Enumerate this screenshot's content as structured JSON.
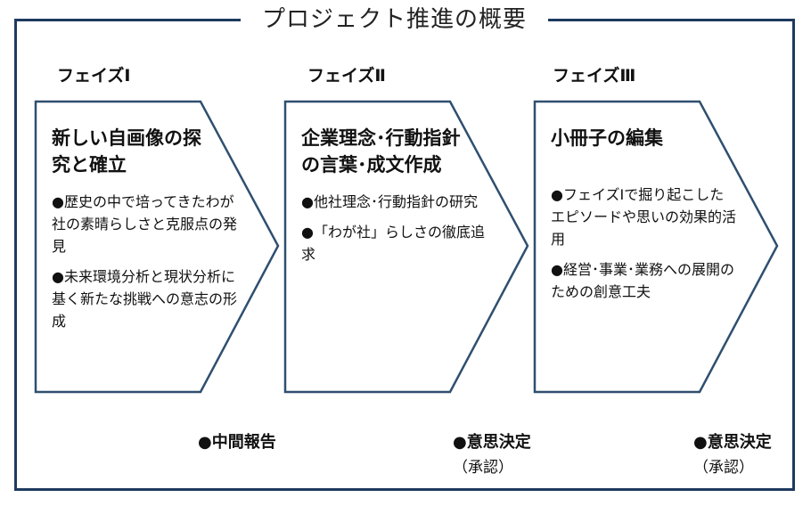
{
  "title": "プロジェクト推進の概要",
  "phases": [
    {
      "label": "フェイズⅠ",
      "title": "新しい自画像の探究と確立",
      "bullets": [
        "●歴史の中で培ってきたわが社の素晴らしさと克服点の発見",
        "●未来環境分析と現状分析に基く新たな挑戦への意志の形成"
      ]
    },
    {
      "label": "フェイズⅡ",
      "title": "企業理念･行動指針の言葉･成文作成",
      "bullets": [
        "●他社理念･行動指針の研究",
        "●「わが社」らしさの徹底追求"
      ]
    },
    {
      "label": "フェイズⅢ",
      "title": "小冊子の編集",
      "bullets": [
        "●フェイズⅠで掘り起こしたエピソードや思いの効果的活用",
        "●経営･事業･業務への展開のための創意工夫"
      ]
    }
  ],
  "milestones": [
    {
      "label": "●中間報告",
      "sub": ""
    },
    {
      "label": "●意思決定",
      "sub": "（承認）"
    },
    {
      "label": "●意思決定",
      "sub": "（承認）"
    }
  ],
  "colors": {
    "frame": "#1e3a5f",
    "arrow_stroke": "#2f4f6f"
  }
}
